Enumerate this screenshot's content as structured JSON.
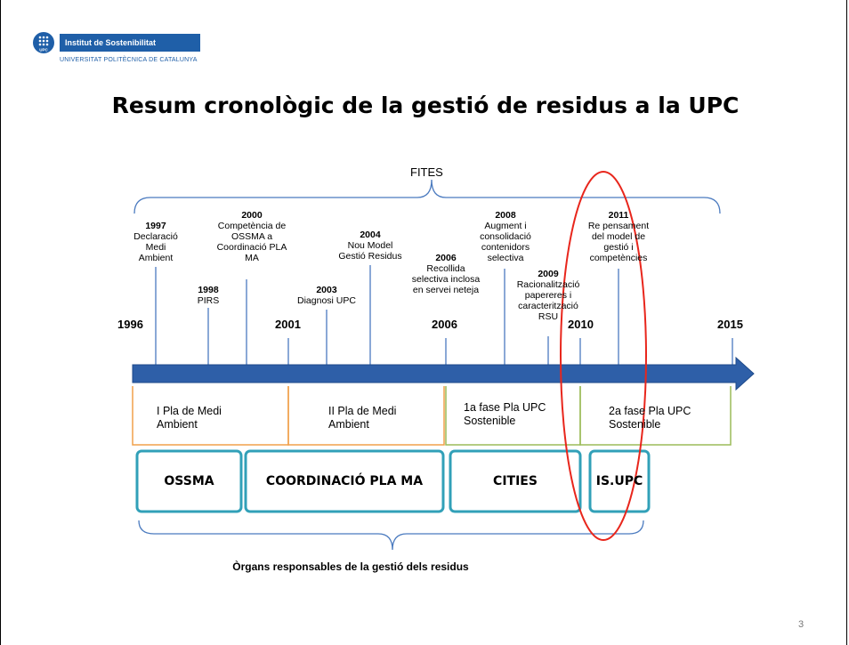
{
  "header": {
    "institute": "Institut de Sostenibilitat",
    "university": "UNIVERSITAT POLITÈCNICA DE CATALUNYA",
    "logo_letters": "UPC"
  },
  "title": "Resum cronològic de la gestió de residus a la UPC",
  "fites_label": "FITES",
  "years": {
    "y1996": "1996",
    "y2001": "2001",
    "y2006": "2006",
    "y2010": "2010",
    "y2015": "2015"
  },
  "milestones": [
    {
      "year": "1997",
      "text": [
        "Declaració",
        "Medi",
        "Ambient"
      ]
    },
    {
      "year": "1998",
      "text": [
        "PIRS"
      ]
    },
    {
      "year": "2000",
      "text": [
        "Competència de",
        "OSSMA a",
        "Coordinació PLA",
        "MA"
      ]
    },
    {
      "year": "2003",
      "text": [
        "Diagnosi UPC"
      ]
    },
    {
      "year": "2004",
      "text": [
        "Nou Model",
        "Gestió Residus"
      ]
    },
    {
      "year": "2006",
      "text": [
        "Recollida",
        "selectiva inclosa",
        "en servei neteja"
      ]
    },
    {
      "year": "2008",
      "text": [
        "Augment i",
        "consolidació",
        "contenidors",
        "selectiva"
      ]
    },
    {
      "year": "2009",
      "text": [
        "Racionalització",
        "papereres i",
        "caracterització",
        "RSU"
      ]
    },
    {
      "year": "2011",
      "text": [
        "Re pensament",
        "del model de",
        "gestió i",
        "competències"
      ]
    }
  ],
  "periods": [
    {
      "line1": "I Pla de Medi",
      "line2": "Ambient",
      "color": "#f0a04b"
    },
    {
      "line1": "II Pla de Medi",
      "line2": "Ambient",
      "color": "#f0a04b"
    },
    {
      "line1": "1a fase Pla UPC",
      "line2": "Sostenible",
      "color": "#9bbb59"
    },
    {
      "line1": "2a fase Pla UPC",
      "line2": "Sostenible",
      "color": "#9bbb59"
    }
  ],
  "organs": [
    "OSSMA",
    "COORDINACIÓ PLA MA",
    "CITIES",
    "IS.UPC"
  ],
  "organs_label": "Òrgans responsables de la gestió dels residus",
  "page_number": "3",
  "colors": {
    "arrow": "#2e5fa8",
    "brace": "#4a7abf",
    "organ_border": "#31a0b8",
    "highlight": "#e8261c"
  }
}
